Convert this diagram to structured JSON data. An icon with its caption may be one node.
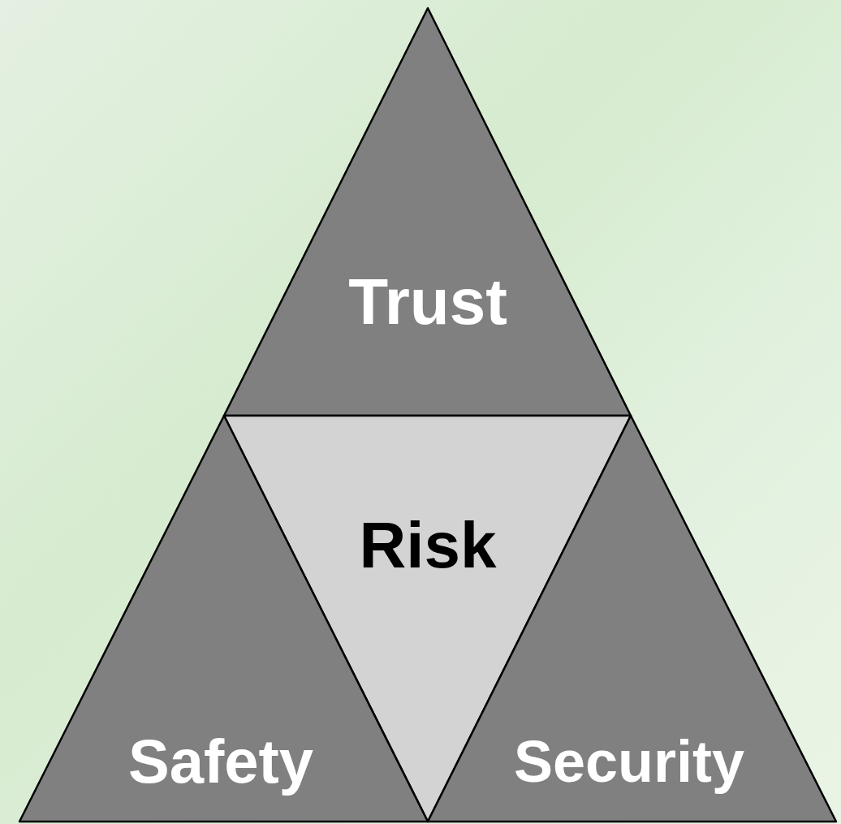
{
  "diagram": {
    "nodes": [
      {
        "text": [
          "Trust"
        ]
      },
      {
        "text": [
          "Risk"
        ]
      },
      {
        "text": [
          "Safety"
        ]
      },
      {
        "text": [
          "Security"
        ]
      }
    ]
  }
}
